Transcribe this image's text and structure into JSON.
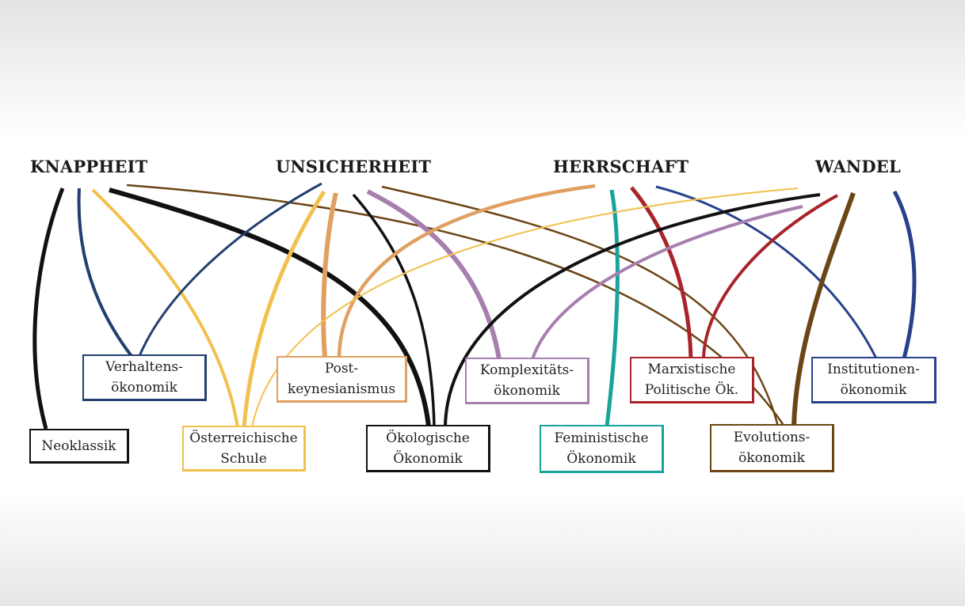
{
  "colors": {
    "neoklassik": "#111111",
    "verhalten": "#233f6e",
    "oesterreich": "#f2c04c",
    "postkeynes": "#e0a062",
    "oekologisch": "#111111",
    "komplex": "#a67fae",
    "feministisch": "#19a39a",
    "marxistisch": "#a8242a",
    "evolution": "#6b4515",
    "institution": "#27418a"
  },
  "headings": [
    {
      "id": "knappheit",
      "label": "KNAPPHEIT"
    },
    {
      "id": "unsicherheit",
      "label": "UNSICHERHEIT"
    },
    {
      "id": "herrschaft",
      "label": "HERRSCHAFT"
    },
    {
      "id": "wandel",
      "label": "WANDEL"
    }
  ],
  "schools": [
    {
      "id": "neoklassik",
      "label": "Neoklassik"
    },
    {
      "id": "verhalten",
      "label": "Verhaltens-\nökonomik"
    },
    {
      "id": "oesterreich",
      "label": "Österreichische\nSchule"
    },
    {
      "id": "postkeynes",
      "label": "Post-\nkeynesianismus"
    },
    {
      "id": "oekologisch",
      "label": "Ökologische\nÖkonomik"
    },
    {
      "id": "komplex",
      "label": "Komplexitäts-\nökonomik"
    },
    {
      "id": "feministisch",
      "label": "Feministische\nÖkonomik"
    },
    {
      "id": "marxistisch",
      "label": "Marxistische\nPolitische Ök."
    },
    {
      "id": "evolution",
      "label": "Evolutions-\nökonomik"
    },
    {
      "id": "institution",
      "label": "Institutionen-\nökonomik"
    }
  ],
  "connections": [
    {
      "from": "knappheit",
      "to": "neoklassik"
    },
    {
      "from": "knappheit",
      "to": "verhalten"
    },
    {
      "from": "knappheit",
      "to": "oesterreich"
    },
    {
      "from": "knappheit",
      "to": "oekologisch"
    },
    {
      "from": "knappheit",
      "to": "evolution"
    },
    {
      "from": "unsicherheit",
      "to": "verhalten"
    },
    {
      "from": "unsicherheit",
      "to": "oesterreich"
    },
    {
      "from": "unsicherheit",
      "to": "postkeynes"
    },
    {
      "from": "unsicherheit",
      "to": "oekologisch"
    },
    {
      "from": "unsicherheit",
      "to": "komplex"
    },
    {
      "from": "unsicherheit",
      "to": "evolution"
    },
    {
      "from": "herrschaft",
      "to": "postkeynes"
    },
    {
      "from": "herrschaft",
      "to": "feministisch"
    },
    {
      "from": "herrschaft",
      "to": "marxistisch"
    },
    {
      "from": "herrschaft",
      "to": "institution"
    },
    {
      "from": "wandel",
      "to": "oesterreich"
    },
    {
      "from": "wandel",
      "to": "oekologisch"
    },
    {
      "from": "wandel",
      "to": "komplex"
    },
    {
      "from": "wandel",
      "to": "marxistisch"
    },
    {
      "from": "wandel",
      "to": "evolution"
    },
    {
      "from": "wandel",
      "to": "institution"
    }
  ]
}
